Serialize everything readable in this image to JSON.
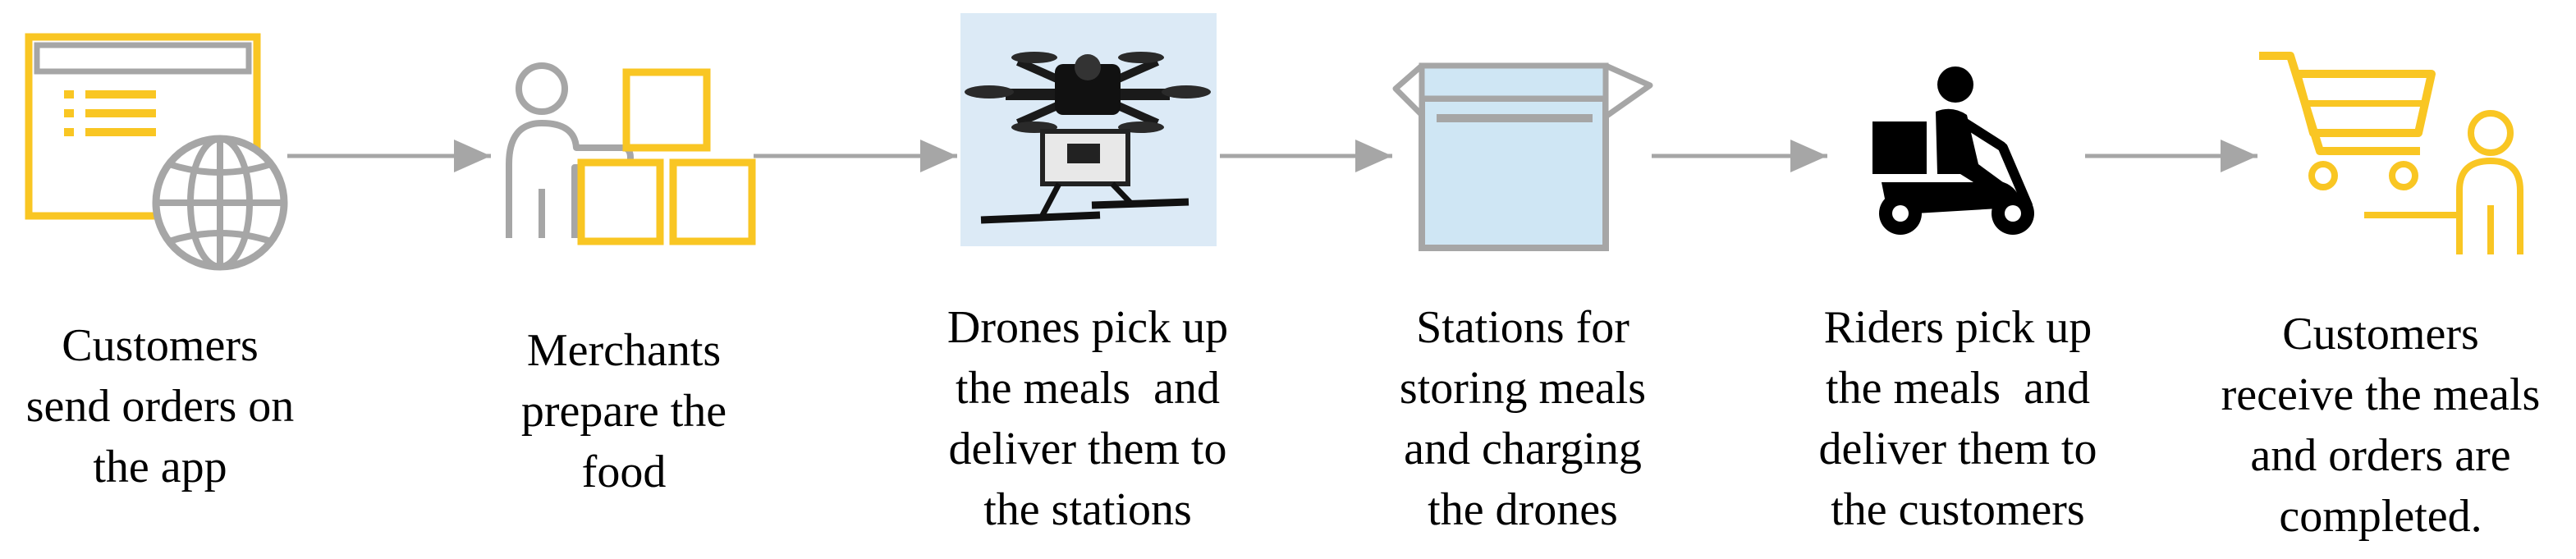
{
  "colors": {
    "accent_yellow": "#F9C623",
    "icon_gray": "#A6A6A6",
    "arrow_gray": "#A6A6A6",
    "box_fill": "#CFE6F4",
    "rider_black": "#000000",
    "drone_bg": "#DCEAF6"
  },
  "steps": [
    {
      "icon": "app-screen-globe-icon",
      "lines": [
        "Customers",
        "send orders on",
        "the app"
      ]
    },
    {
      "icon": "merchant-boxes-icon",
      "lines": [
        "Merchants",
        "prepare the",
        "food"
      ]
    },
    {
      "icon": "drone-photo",
      "lines": [
        "Drones pick up",
        "the meals  and",
        "deliver them to",
        "the stations"
      ]
    },
    {
      "icon": "storage-box-icon",
      "lines": [
        "Stations for",
        "storing meals",
        "and charging",
        "the drones"
      ]
    },
    {
      "icon": "scooter-rider-icon",
      "lines": [
        "Riders pick up",
        "the meals  and",
        "deliver them to",
        "the customers"
      ]
    },
    {
      "icon": "cart-customer-icon",
      "lines": [
        "Customers",
        "receive the meals",
        "and orders are",
        "completed."
      ]
    }
  ]
}
